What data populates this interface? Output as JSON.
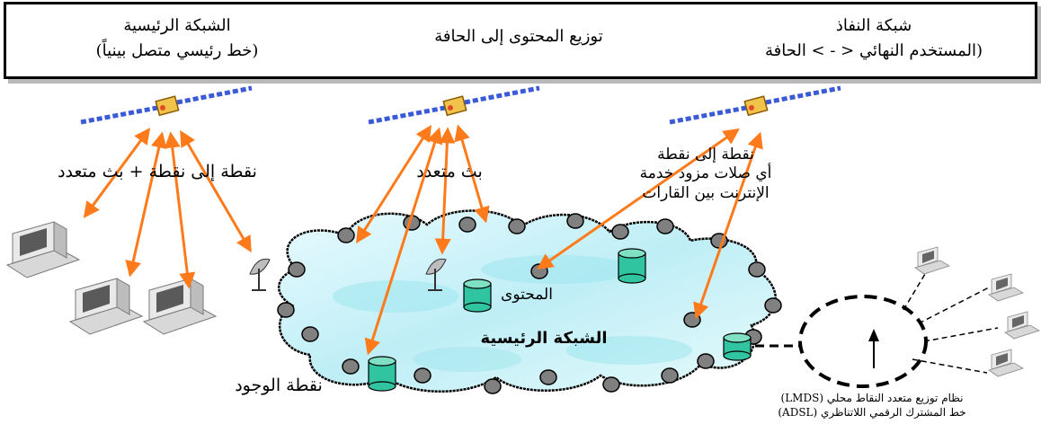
{
  "header": {
    "access_title": "شبكة النفاذ",
    "access_sub": "(المستخدم النهائي < - > الحافة",
    "edge_title": "توزيع المحتوى إلى الحافة",
    "backbone_title": "الشبكة الرئيسية",
    "backbone_sub": "(خط رئيسي متصل بينياً)"
  },
  "labels": {
    "p2p_multicast": "نقطة إلى نقطة + بث متعدد",
    "multicast": "بث متعدد",
    "p2p_line1": "نقطة إلى نقطة",
    "p2p_line2": "أي صلات مزود خدمة",
    "p2p_line3": "الإنترنت بين القارات",
    "content": "المحتوى",
    "backbone_cloud": "الشبكة الرئيسية",
    "pop": "نقطة الوجود",
    "lmds": "نظام توزيع متعدد النقاط محلي (LMDS)",
    "adsl": "خط المشترك الرقمي اللاتناظري (ADSL)"
  },
  "colors": {
    "arrow": "#ff7a1a",
    "cloud_fill": "#c6f0f6",
    "router": "#808080",
    "server": "#30c4a0",
    "satellite_panel": "#3a5ad8"
  }
}
